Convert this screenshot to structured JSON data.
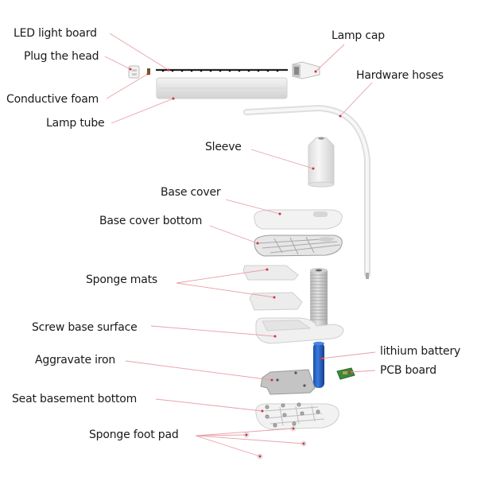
{
  "diagram": {
    "type": "exploded-view",
    "subject": "desk lamp",
    "parts": [
      {
        "id": "led",
        "label": "LED light board"
      },
      {
        "id": "plug",
        "label": "Plug the head"
      },
      {
        "id": "foam",
        "label": "Conductive foam"
      },
      {
        "id": "tube",
        "label": "Lamp tube"
      },
      {
        "id": "cap",
        "label": "Lamp cap"
      },
      {
        "id": "hose",
        "label": "Hardware hoses"
      },
      {
        "id": "sleeve",
        "label": "Sleeve"
      },
      {
        "id": "basecover",
        "label": "Base cover"
      },
      {
        "id": "basecoverbottom",
        "label": "Base cover bottom"
      },
      {
        "id": "sponge",
        "label": "Sponge mats"
      },
      {
        "id": "screwbase",
        "label": "Screw base surface"
      },
      {
        "id": "iron",
        "label": "Aggravate iron"
      },
      {
        "id": "battery",
        "label": "lithium battery"
      },
      {
        "id": "pcb",
        "label": "PCB board"
      },
      {
        "id": "seat",
        "label": "Seat basement bottom"
      },
      {
        "id": "foot",
        "label": "Sponge foot pad"
      }
    ],
    "colors": {
      "leader_line": "#e8a0a8",
      "dot": "#d03040",
      "battery": "#1f5fbf",
      "pcb": "#3a8a3a",
      "part": "#eeeeee",
      "part_edge": "#cfcfcf"
    }
  }
}
